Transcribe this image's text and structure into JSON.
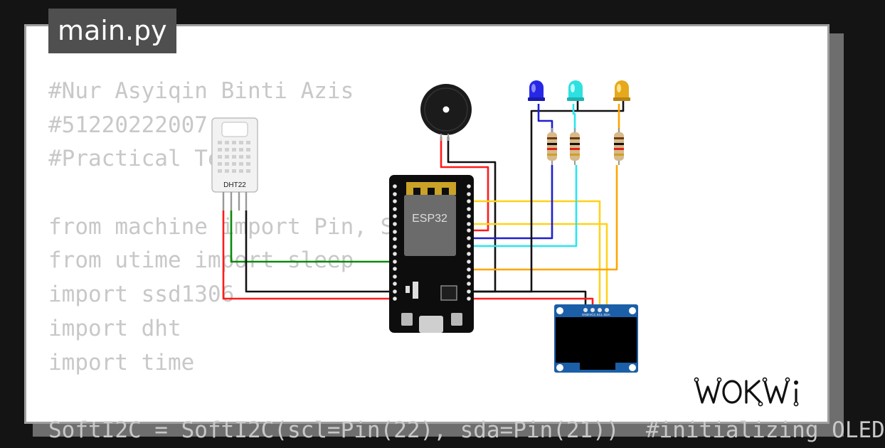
{
  "file_tab": {
    "label": "main.py"
  },
  "code_lines": [
    "#Nur Asyiqin Binti Azis",
    "#51220222007",
    "#Practical Test",
    "",
    "from machine import Pin, SoftI2C",
    "from utime import sleep",
    "import ssd1306",
    "import dht",
    "import time",
    "",
    "SoftI2C = SoftI2C(scl=Pin(22), sda=Pin(21))  #initializing OLED"
  ],
  "components": {
    "dht22": {
      "label": "DHT22",
      "icon": "dht22-sensor-icon"
    },
    "esp32": {
      "label": "ESP32",
      "icon": "esp32-board-icon"
    },
    "buzzer": {
      "icon": "buzzer-icon"
    },
    "leds": [
      {
        "name": "led-blue",
        "color": "#2727e6"
      },
      {
        "name": "led-cyan",
        "color": "#2ee0e0"
      },
      {
        "name": "led-orange",
        "color": "#e6a91d"
      }
    ],
    "oled": {
      "pin_labels": [
        "GND",
        "VCC",
        "SCL",
        "SDA"
      ],
      "icon": "oled-display-icon"
    }
  },
  "wire_colors": {
    "red": "#ff1a1a",
    "black": "#111111",
    "green": "#0a8a0a",
    "yellow": "#ffd21a",
    "orange": "#ffa500",
    "blue": "#1f1fd0",
    "cyan": "#29e6ef"
  },
  "brand": {
    "logo_text": "WOKWi"
  }
}
